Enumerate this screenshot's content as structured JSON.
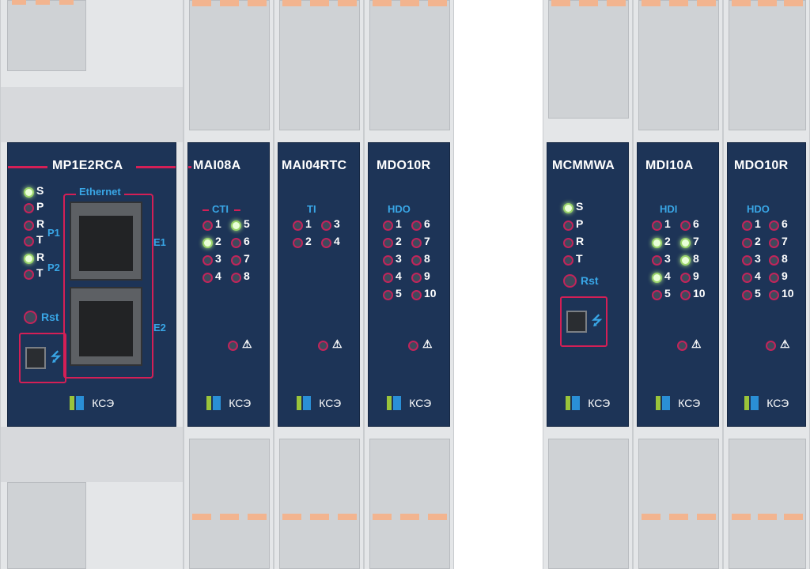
{
  "modules": [
    {
      "id": "mp1e2rca",
      "title": "MP1E2RCA",
      "status": [
        "S",
        "P",
        "R",
        "T",
        "R",
        "T"
      ],
      "group_labels": [
        "P1",
        "P2"
      ],
      "ethernet": "Ethernet",
      "ports": [
        "E1",
        "E2"
      ],
      "reset": "Rst",
      "brand": "КСЭ"
    },
    {
      "id": "mai08a",
      "title": "MAI08A",
      "group": "CTI",
      "channels": [
        "1",
        "2",
        "3",
        "4",
        "5",
        "6",
        "7",
        "8"
      ],
      "brand": "КСЭ"
    },
    {
      "id": "mai04rtc",
      "title": "MAI04RTC",
      "group": "TI",
      "channels": [
        "1",
        "2",
        "3",
        "4"
      ],
      "brand": "КСЭ"
    },
    {
      "id": "mdo10r_1",
      "title": "MDO10R",
      "group": "HDO",
      "channels": [
        "1",
        "2",
        "3",
        "4",
        "5",
        "6",
        "7",
        "8",
        "9",
        "10"
      ],
      "brand": "КСЭ"
    },
    {
      "id": "mcmmwa",
      "title": "MCMMWA",
      "status": [
        "S",
        "P",
        "R",
        "T"
      ],
      "reset": "Rst",
      "brand": "КСЭ"
    },
    {
      "id": "mdi10a",
      "title": "MDI10A",
      "group": "HDI",
      "channels": [
        "1",
        "2",
        "3",
        "4",
        "5",
        "6",
        "7",
        "8",
        "9",
        "10"
      ],
      "brand": "КСЭ"
    },
    {
      "id": "mdo10r_2",
      "title": "MDO10R",
      "group": "HDO",
      "channels": [
        "1",
        "2",
        "3",
        "4",
        "5",
        "6",
        "7",
        "8",
        "9",
        "10"
      ],
      "brand": "КСЭ"
    }
  ],
  "colors": {
    "panel": "#1d3457",
    "accent": "#d41f56",
    "group_label": "#39a6e6",
    "led_on": "#9ad46a",
    "clamp": "#f2b48f"
  }
}
